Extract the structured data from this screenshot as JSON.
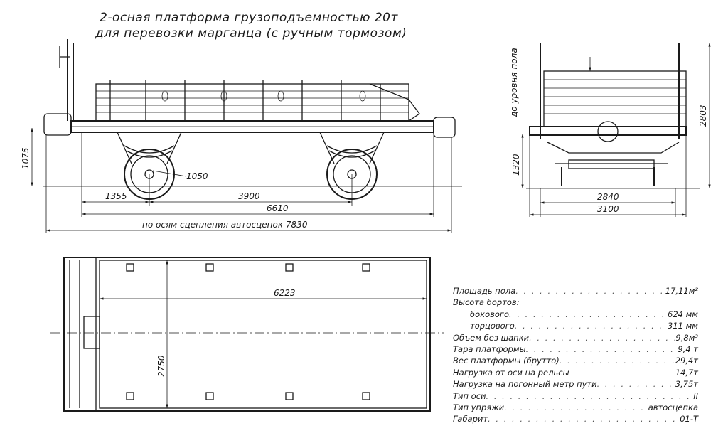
{
  "title": {
    "line1": "2-осная   платформа   грузоподъемностью 20т",
    "line2": "для  перевозки  марганца (с ручным тормозом)"
  },
  "side_view": {
    "dims": {
      "height_coupler": "1075",
      "wheel_diameter": "1050",
      "overhang": "1355",
      "wheelbase": "3900",
      "frame_length": "6610",
      "coupler_length": "по осям сцепления автосцепок 7830"
    }
  },
  "end_view": {
    "floor_level_label": "до уровня пола",
    "dims": {
      "floor_height": "1320",
      "total_height": "2803",
      "inner_width": "2840",
      "outer_width": "3100"
    }
  },
  "plan_view": {
    "dims": {
      "inner_length": "6223",
      "inner_width": "2750"
    }
  },
  "specs": [
    {
      "label": "Площадь пола",
      "value": "17,11м²"
    },
    {
      "label": "Высота бортов:",
      "value": ""
    },
    {
      "label": "бокового",
      "value": "624 мм"
    },
    {
      "label": "торцового",
      "value": "311 мм"
    },
    {
      "label": "Объем без шапки",
      "value": "9,8м³"
    },
    {
      "label": "Тара платформы",
      "value": "9,4 т"
    },
    {
      "label": "Вес платформы (брутто)",
      "value": "29,4т"
    },
    {
      "label": "Нагрузка от оси на рельсы",
      "value": "14,7т"
    },
    {
      "label": "Нагрузка на погонный метр пути",
      "value": "3,75т"
    },
    {
      "label": "Тип оси",
      "value": "II"
    },
    {
      "label": "Тип упряжи",
      "value": "автосцепка"
    },
    {
      "label": "Габарит",
      "value": "01-Т"
    }
  ]
}
